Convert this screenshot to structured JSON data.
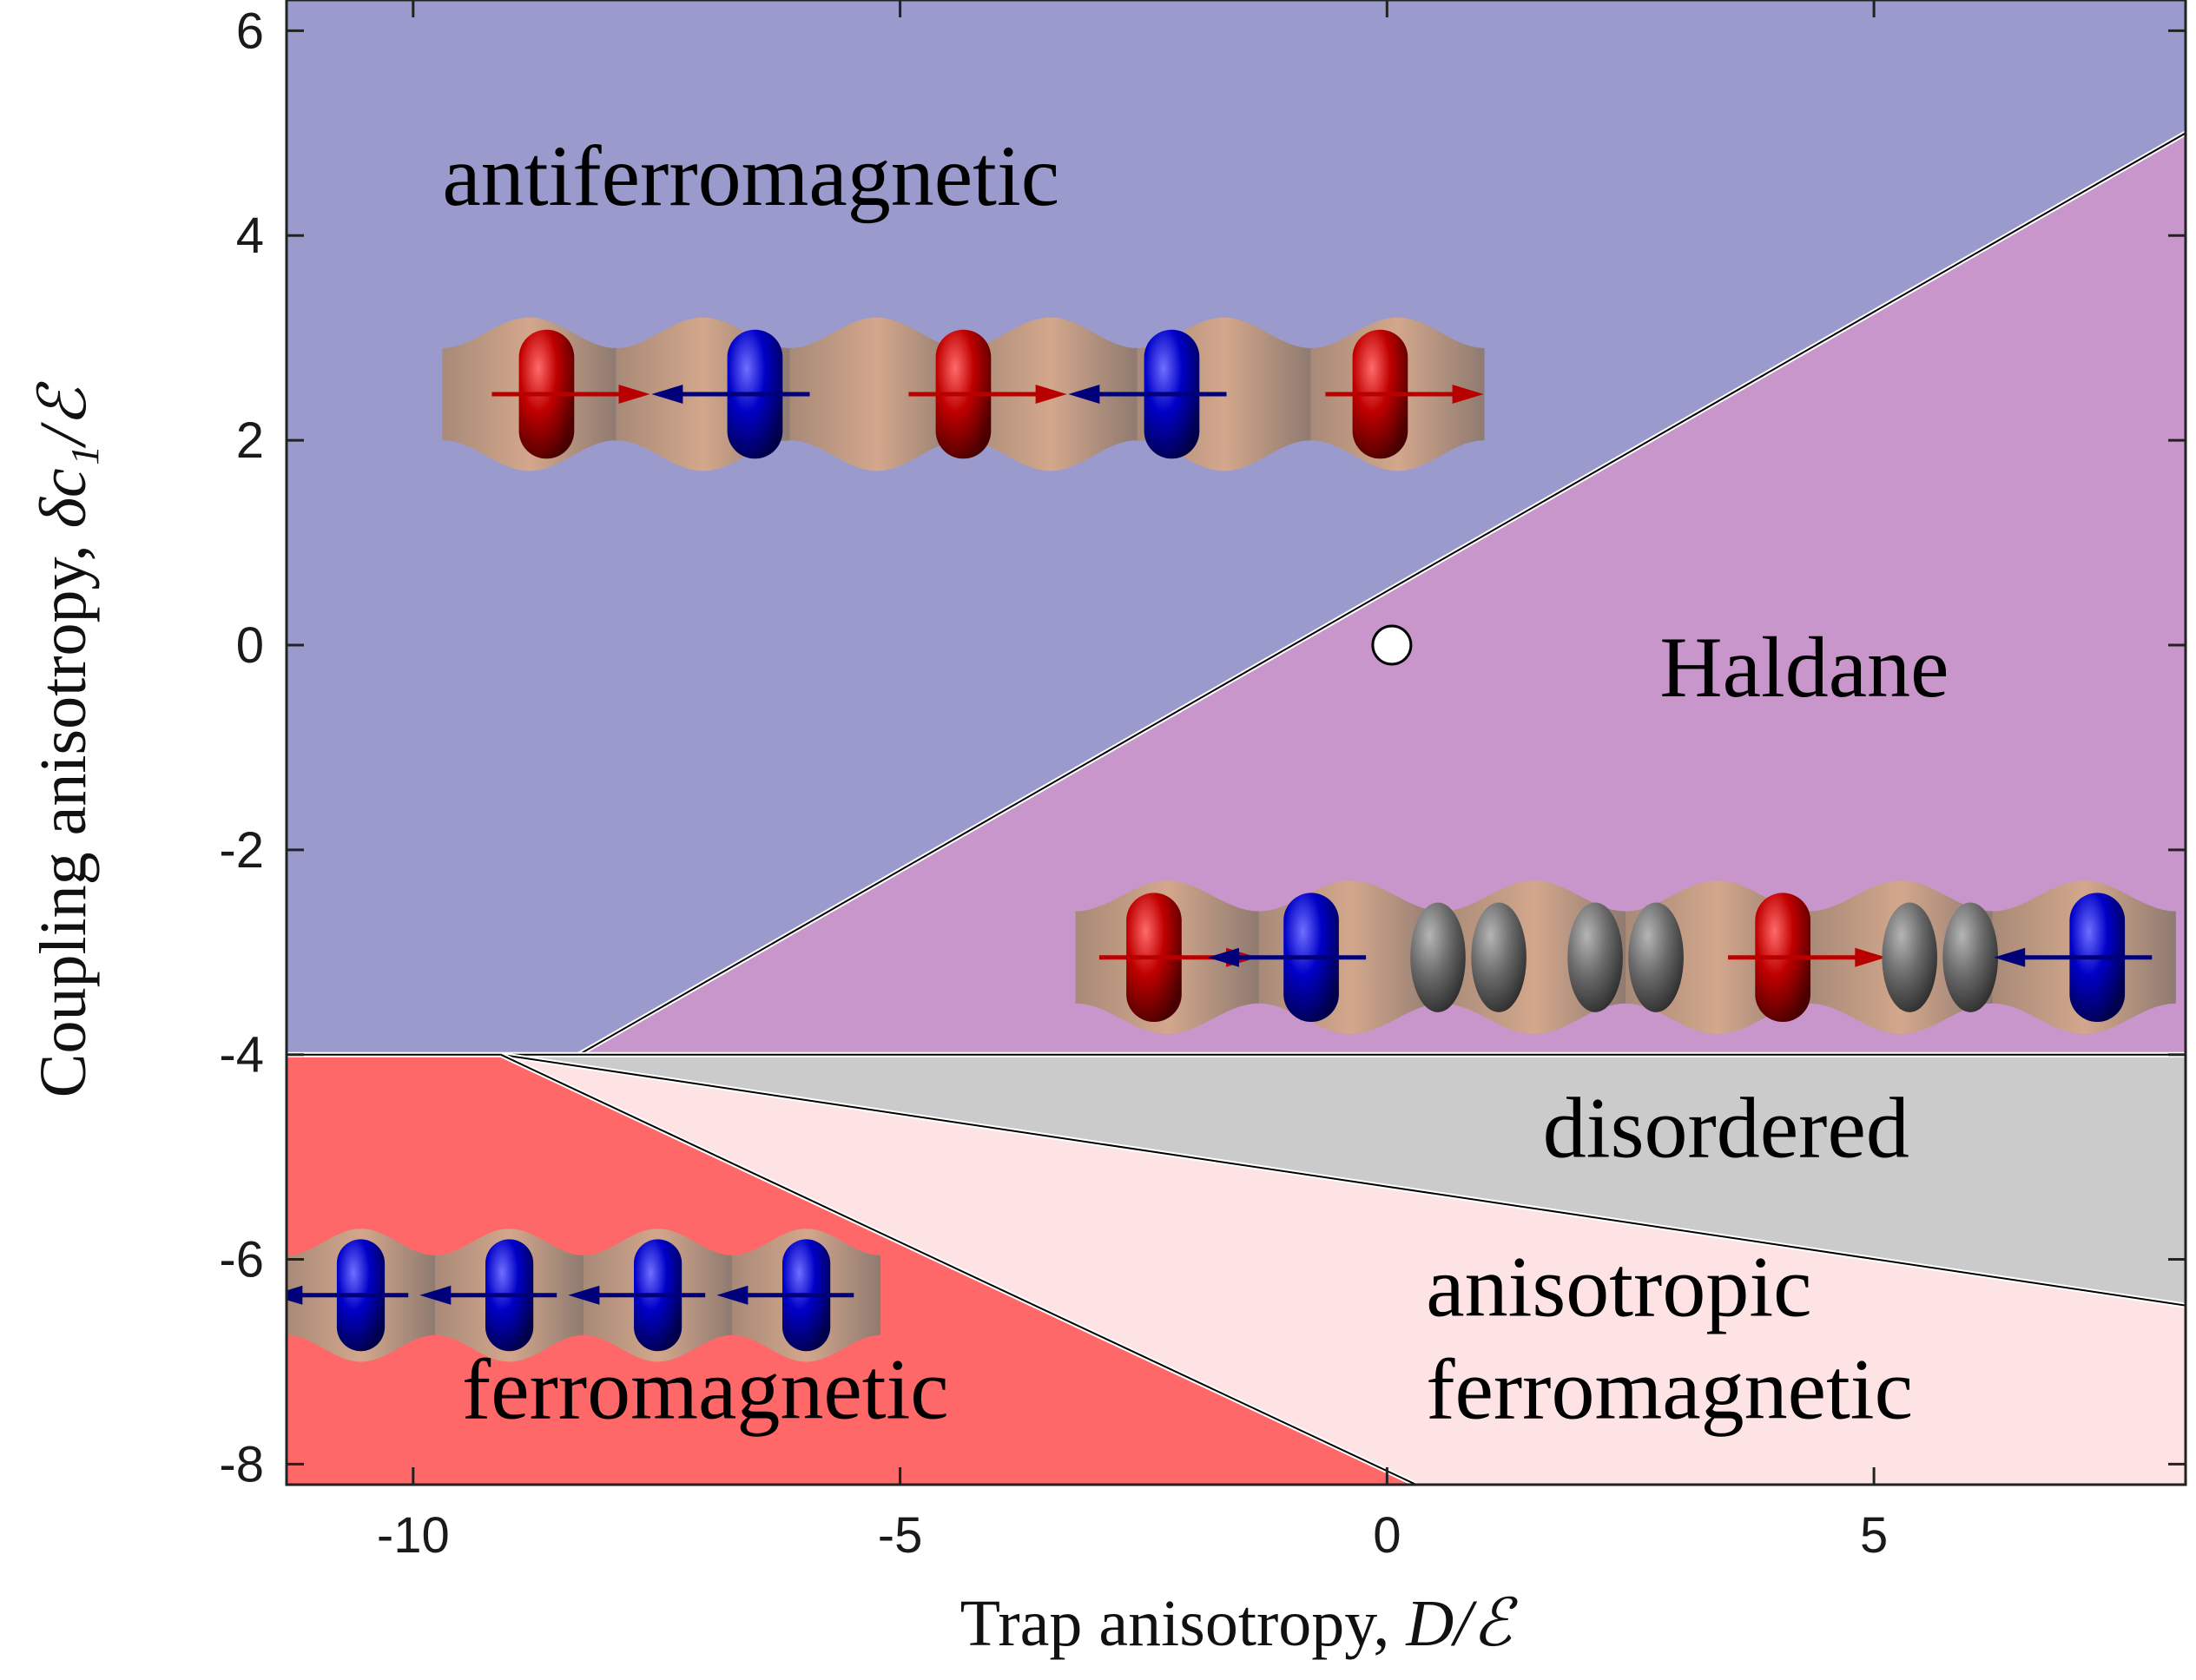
{
  "chart_data": {
    "type": "area",
    "title": "",
    "xlabel": "Trap anisotropy, D/ℰ",
    "xlabel_text": "Trap anisotropy, ",
    "xlabel_math": "D/ℰ",
    "ylabel": "Coupling anisotropy, δc₁/ℰ",
    "ylabel_text": "Coupling anisotropy, ",
    "ylabel_math": "δc₁/ℰ",
    "xlim": [
      -11.3,
      8.2
    ],
    "ylim": [
      -8.2,
      6.3
    ],
    "xticks": [
      -10,
      -5,
      0,
      5
    ],
    "xtick_labels": [
      "-10",
      "-5",
      "0",
      "5"
    ],
    "yticks": [
      6,
      4,
      2,
      0,
      -2,
      -4,
      -6,
      -8
    ],
    "ytick_labels": [
      "6",
      "4",
      "2",
      "0",
      "-2",
      "-4",
      "-6",
      "-8"
    ],
    "grid": false,
    "regions": [
      {
        "name": "antiferromagnetic",
        "color": "#9a9acd",
        "polygon": [
          [
            -11.3,
            6.3
          ],
          [
            8.2,
            6.3
          ],
          [
            8.2,
            5.0
          ],
          [
            -8.3,
            -4.0
          ],
          [
            -11.3,
            -4.0
          ]
        ]
      },
      {
        "name": "Haldane",
        "color": "#c896cb",
        "polygon": [
          [
            -8.3,
            -4.0
          ],
          [
            8.2,
            5.0
          ],
          [
            8.2,
            -4.0
          ]
        ]
      },
      {
        "name": "disordered",
        "color": "#cbcbcb",
        "polygon": [
          [
            -9.1,
            -4.0
          ],
          [
            8.2,
            -4.0
          ],
          [
            8.2,
            -6.45
          ]
        ]
      },
      {
        "name": "anisotropic ferromagnetic",
        "color": "#fde3e3",
        "polygon": [
          [
            -9.1,
            -4.0
          ],
          [
            8.2,
            -6.45
          ],
          [
            8.2,
            -8.2
          ],
          [
            0.3,
            -8.2
          ]
        ]
      },
      {
        "name": "ferromagnetic",
        "color": "#ff6868",
        "polygon": [
          [
            -11.3,
            -4.0
          ],
          [
            -9.1,
            -4.0
          ],
          [
            0.3,
            -8.2
          ],
          [
            -11.3,
            -8.2
          ]
        ]
      }
    ],
    "boundaries": [
      {
        "x": [
          -8.3,
          8.2
        ],
        "y": [
          -4.0,
          5.0
        ]
      },
      {
        "x": [
          -11.3,
          8.2
        ],
        "y": [
          -4.0,
          -4.0
        ]
      },
      {
        "x": [
          -9.1,
          8.2
        ],
        "y": [
          -4.0,
          -6.45
        ]
      },
      {
        "x": [
          -9.1,
          0.3
        ],
        "y": [
          -4.0,
          -8.2
        ]
      }
    ],
    "point": {
      "x": 0.05,
      "y": 0.0
    },
    "annotations": [
      {
        "text": "antiferromagnetic",
        "x": -9.7,
        "y": 4.3
      },
      {
        "text": "Haldane",
        "x": 2.8,
        "y": -0.5
      },
      {
        "text": "disordered",
        "x": 1.6,
        "y": -5.0
      },
      {
        "text": "anisotropic",
        "x": 0.4,
        "y": -6.55
      },
      {
        "text": "ferromagnetic",
        "x": 0.4,
        "y": -7.55
      },
      {
        "text": "ferromagnetic",
        "x": -9.5,
        "y": -7.55
      }
    ],
    "insets": [
      {
        "name": "antiferromagnetic-chain",
        "x0": -9.7,
        "x1": 1.0,
        "y0": 1.7,
        "y1": 3.2,
        "particles": [
          "red-right",
          "blue-left",
          "red-right",
          "blue-left",
          "red-right"
        ]
      },
      {
        "name": "haldane-chain",
        "x0": -3.2,
        "x1": 8.1,
        "y0": -3.8,
        "y1": -2.3,
        "particles": [
          "red-right",
          "blue-left",
          "gray-pair",
          "gray-pair",
          "red-right",
          "gray-pair",
          "blue-left"
        ]
      },
      {
        "name": "ferromagnetic-chain",
        "x0": -11.3,
        "x1": -5.2,
        "y0": -7.0,
        "y1": -5.7,
        "particles": [
          "blue-left",
          "blue-left",
          "blue-left",
          "blue-left"
        ]
      }
    ]
  }
}
